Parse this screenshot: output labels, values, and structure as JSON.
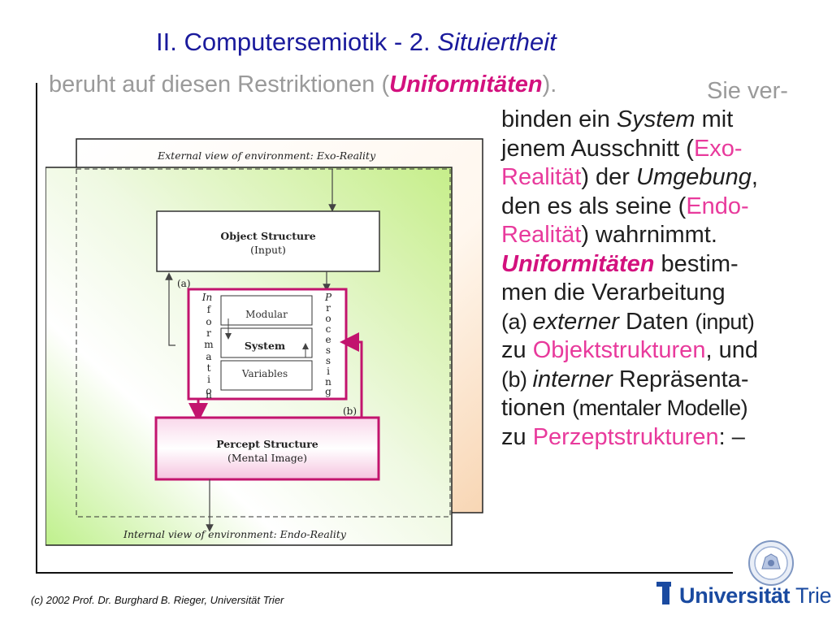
{
  "title": {
    "main": "II. Computersemiotik - 2. ",
    "italic": "Situiertheit"
  },
  "intro": {
    "before": "beruht auf diesen Restriktionen (",
    "highlight": "Uniformitäten",
    "after": ").",
    "tail": "Sie ver-"
  },
  "paragraph": {
    "l1": [
      "binden ein ",
      "System",
      " mit"
    ],
    "l2": [
      "jenem Ausschnitt (",
      "Exo-"
    ],
    "l3": [
      "Realität",
      ") der ",
      "Umgebung",
      ","
    ],
    "l4": [
      "den es als seine (",
      "Endo-"
    ],
    "l5": [
      "Realität",
      ") wahrnimmt."
    ],
    "l6": [
      "Uniformitäten",
      " bestim-"
    ],
    "l7": "men die Verarbeitung",
    "l8": [
      "(a) ",
      "externer",
      " Daten ",
      "(input)"
    ],
    "l9": [
      "zu ",
      "Objektstrukturen",
      ", und"
    ],
    "l10": [
      "(b) ",
      "interner",
      " Repräsenta-"
    ],
    "l11": [
      "tionen ",
      "(mentaler Modelle)"
    ],
    "l12": [
      "zu ",
      "Perzeptstrukturen",
      ": –"
    ]
  },
  "diagram": {
    "exo_label": "External view of environment: Exo-Reality",
    "endo_label": "Internal view of environment: Endo-Reality",
    "object_title": "Object Structure",
    "object_sub": "(Input)",
    "percept_title": "Percept Structure",
    "percept_sub": "(Mental Image)",
    "modular": "Modular",
    "system": "System",
    "variables": "Variables",
    "label_a": "(a)",
    "label_b": "(b)",
    "information_letters": [
      "In",
      "f",
      "o",
      "r",
      "m",
      "a",
      "t",
      "i",
      "o",
      "n"
    ],
    "processing_letters": [
      "P",
      "r",
      "o",
      "c",
      "e",
      "s",
      "s",
      "i",
      "n",
      "g"
    ]
  },
  "footer": {
    "copyright": "(c) 2002  Prof. Dr. Burghard B. Rieger, Universität Trier"
  },
  "logo": {
    "word1": "Universität",
    "word2": " Trier"
  },
  "colors": {
    "title": "#1a1a9c",
    "magenta": "#d3117e",
    "grey": "#8f8f8f",
    "logo_blue": "#1a4aa0"
  }
}
